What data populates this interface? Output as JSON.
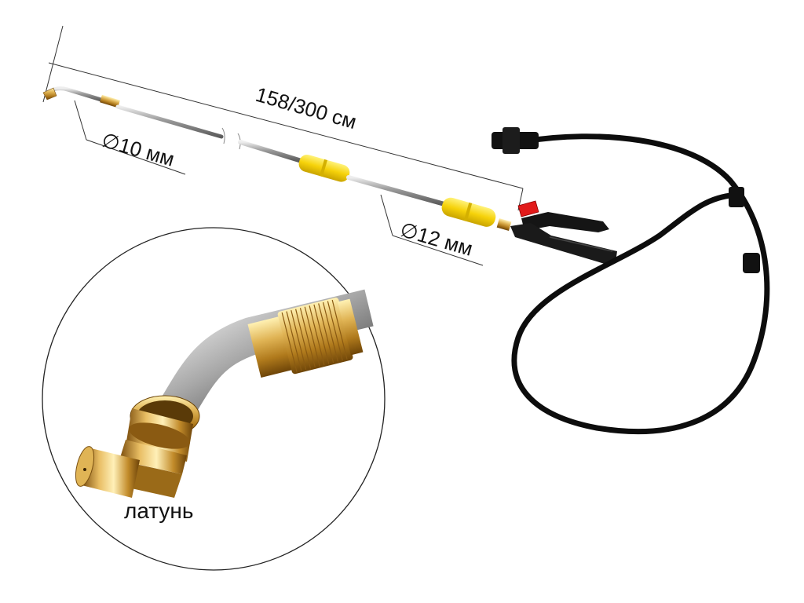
{
  "dimensions": {
    "length_label": "158/300 см",
    "tip_diameter_label": "∅10 мм",
    "tube_diameter_label": "∅12 мм"
  },
  "callout": {
    "material_label": "латунь"
  },
  "colors": {
    "brass": "#c9972f",
    "steel": "#a9a9a9",
    "yellow_grip": "#f6d20a",
    "trigger_red": "#e21a1a",
    "hose": "#0d0d0d"
  },
  "icons": [
    "spray-lance-icon",
    "brass-nozzle-icon",
    "trigger-handle-icon",
    "hose-icon"
  ]
}
